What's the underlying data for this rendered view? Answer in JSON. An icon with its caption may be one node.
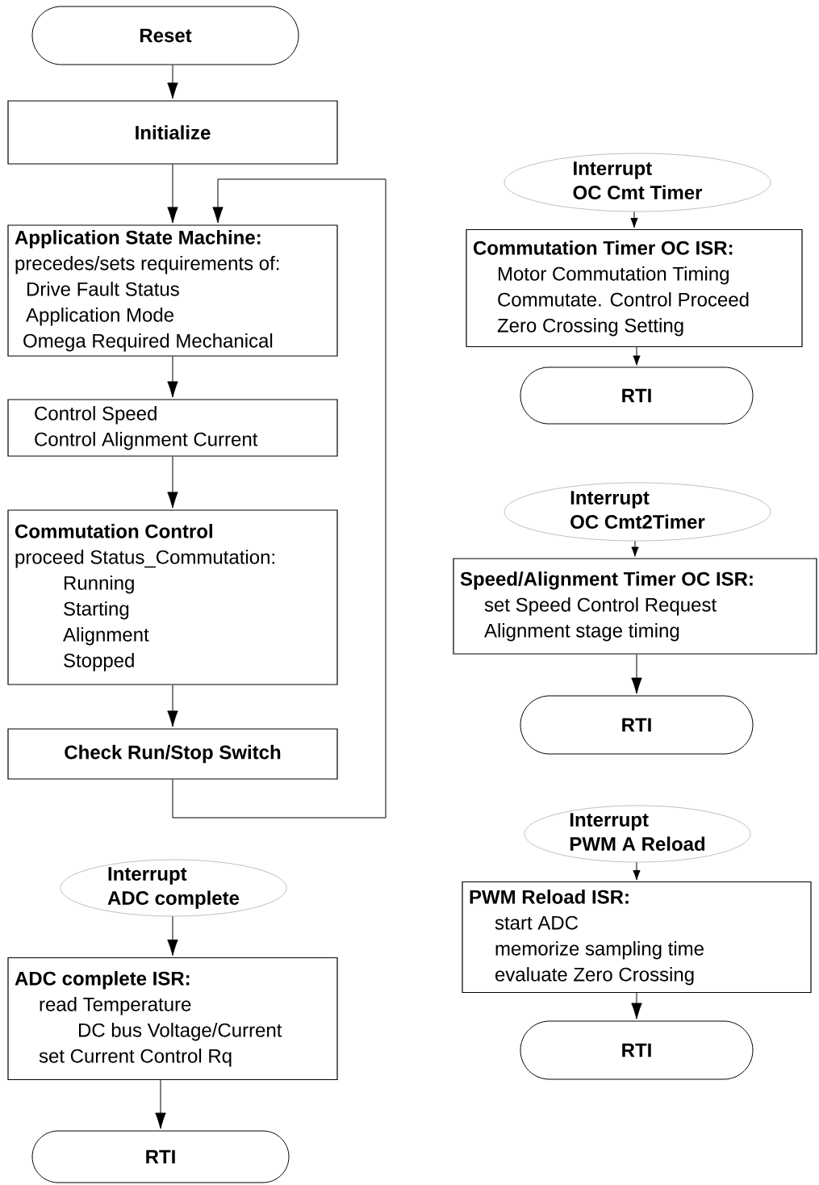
{
  "diagram": {
    "nodes": [
      {
        "text": [
          "Reset"
        ]
      },
      {
        "text": [
          "Initialize"
        ]
      },
      {
        "text": [
          "Application State Machine:",
          "precedes/sets requirements of:",
          "Drive Fault Status",
          "Application Mode",
          "Omega Required Mechanical"
        ]
      },
      {
        "text": [
          "Control Speed",
          "Control Alignment Current"
        ]
      },
      {
        "text": [
          "Commutation Control",
          "proceed Status_Commutation:",
          "Running",
          "Starting",
          "Alignment",
          "Stopped"
        ]
      },
      {
        "text": [
          "Check Run/Stop Switch"
        ]
      },
      {
        "text": [
          "Interrupt",
          "ADC complete"
        ]
      },
      {
        "text": [
          "ADC complete ISR:",
          "read Temperature",
          "DC bus Voltage/Current",
          "set Current Control Rq"
        ]
      },
      {
        "text": [
          "RTI"
        ]
      },
      {
        "text": [
          "Interrupt",
          "OC Cmt Timer"
        ]
      },
      {
        "text": [
          "Commutation Timer OC ISR:",
          "Motor Commutation Timing",
          "Commutate. Control Proceed",
          "Zero Crossing Setting"
        ]
      },
      {
        "text": [
          "RTI"
        ]
      },
      {
        "text": [
          "Interrupt",
          "OC Cmt2Timer"
        ]
      },
      {
        "text": [
          "Speed/Alignment Timer OC ISR:",
          "set Speed Control Request",
          "Alignment stage timing"
        ]
      },
      {
        "text": [
          "RTI"
        ]
      },
      {
        "text": [
          "Interrupt",
          "PWM A Reload"
        ]
      },
      {
        "text": [
          "PWM Reload ISR:",
          "start ADC",
          "memorize sampling time",
          "evaluate Zero Crossing"
        ]
      },
      {
        "text": [
          "RTI"
        ]
      }
    ],
    "edges": [
      {
        "from": 0,
        "to": 1,
        "arrow": "to"
      },
      {
        "from": 1,
        "to": 2,
        "arrow": "to"
      },
      {
        "from": 2,
        "to": 3,
        "arrow": "to"
      },
      {
        "from": 3,
        "to": 4,
        "arrow": "to"
      },
      {
        "from": 4,
        "to": 5,
        "arrow": "to"
      },
      {
        "from": 5,
        "to": 2,
        "arrow": "to"
      },
      {
        "from": 6,
        "to": 7,
        "arrow": "to"
      },
      {
        "from": 7,
        "to": 8,
        "arrow": "to"
      },
      {
        "from": 9,
        "to": 10,
        "arrow": "to"
      },
      {
        "from": 10,
        "to": 11,
        "arrow": "to"
      },
      {
        "from": 12,
        "to": 13,
        "arrow": "to"
      },
      {
        "from": 13,
        "to": 14,
        "arrow": "to"
      },
      {
        "from": 15,
        "to": 16,
        "arrow": "to"
      },
      {
        "from": 16,
        "to": 17,
        "arrow": "to"
      }
    ]
  }
}
